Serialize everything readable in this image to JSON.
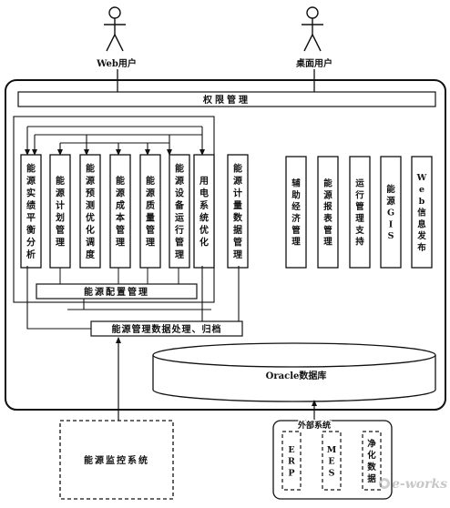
{
  "actors": [
    {
      "id": "web_user",
      "label": "Web用户"
    },
    {
      "id": "desktop_user",
      "label": "桌面用户"
    }
  ],
  "permission_bar": "权限管理",
  "modules_group_a": [
    {
      "id": "balance",
      "label": "能源实绩平衡分析"
    },
    {
      "id": "plan",
      "label": "能源计划管理"
    },
    {
      "id": "forecast",
      "label": "能源预测优化调度"
    },
    {
      "id": "cost",
      "label": "能源成本管理"
    },
    {
      "id": "quality",
      "label": "能源质量管理"
    },
    {
      "id": "equipment",
      "label": "能源设备运行管理"
    },
    {
      "id": "power",
      "label": "用电系统优化"
    },
    {
      "id": "metering",
      "label": "能源计量数据管理"
    }
  ],
  "modules_group_b": [
    {
      "id": "economics",
      "label": "辅助经济管理"
    },
    {
      "id": "report",
      "label": "能源报表管理"
    },
    {
      "id": "ops",
      "label": "运行管理支持"
    },
    {
      "id": "gis",
      "label": "能源GIS"
    },
    {
      "id": "web_pub",
      "label": "Web信息发布"
    }
  ],
  "config_bar": "能源配置管理",
  "data_processing_bar": "能源管理数据处理、归档",
  "database": "Oracle数据库",
  "monitoring_system": "能源监控系统",
  "external": {
    "title": "外部系统",
    "items": [
      "ERP",
      "MES",
      "净化数据"
    ]
  },
  "watermark": "e-works"
}
